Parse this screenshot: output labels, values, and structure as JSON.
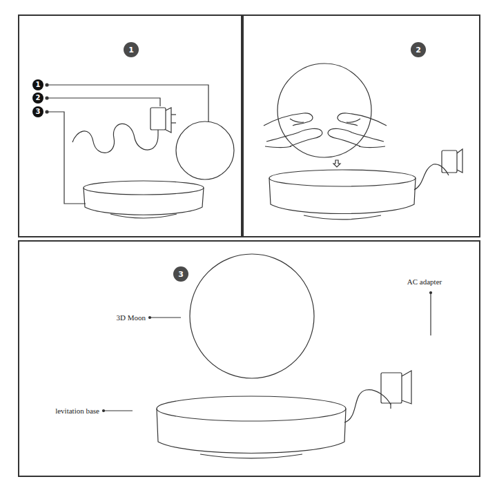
{
  "diagram": {
    "labels": [
      "1",
      "1",
      "2",
      "3",
      "2",
      "3",
      "3D Moon",
      "levitation base",
      "AC adapter"
    ]
  }
}
